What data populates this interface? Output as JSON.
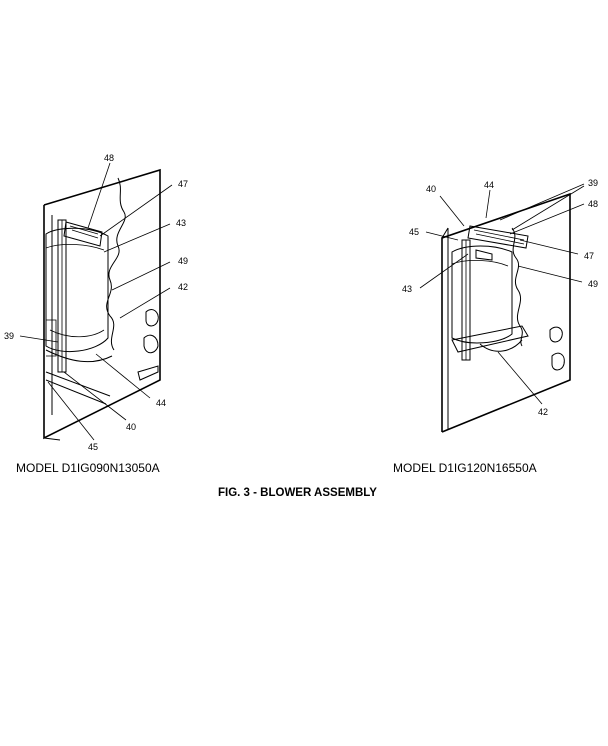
{
  "left_model": {
    "caption": "MODEL  D1IG090N13050A",
    "callouts": {
      "c48": "48",
      "c47": "47",
      "c43": "43",
      "c49": "49",
      "c42": "42",
      "c39": "39",
      "c44": "44",
      "c40": "40",
      "c45": "45"
    }
  },
  "right_model": {
    "caption": "MODEL D1IG120N16550A",
    "callouts": {
      "c40": "40",
      "c44": "44",
      "c39": "39",
      "c48": "48",
      "c45": "45",
      "c47": "47",
      "c49": "49",
      "c43": "43",
      "c42": "42"
    }
  },
  "figure_title": "FIG. 3 - BLOWER ASSEMBLY"
}
